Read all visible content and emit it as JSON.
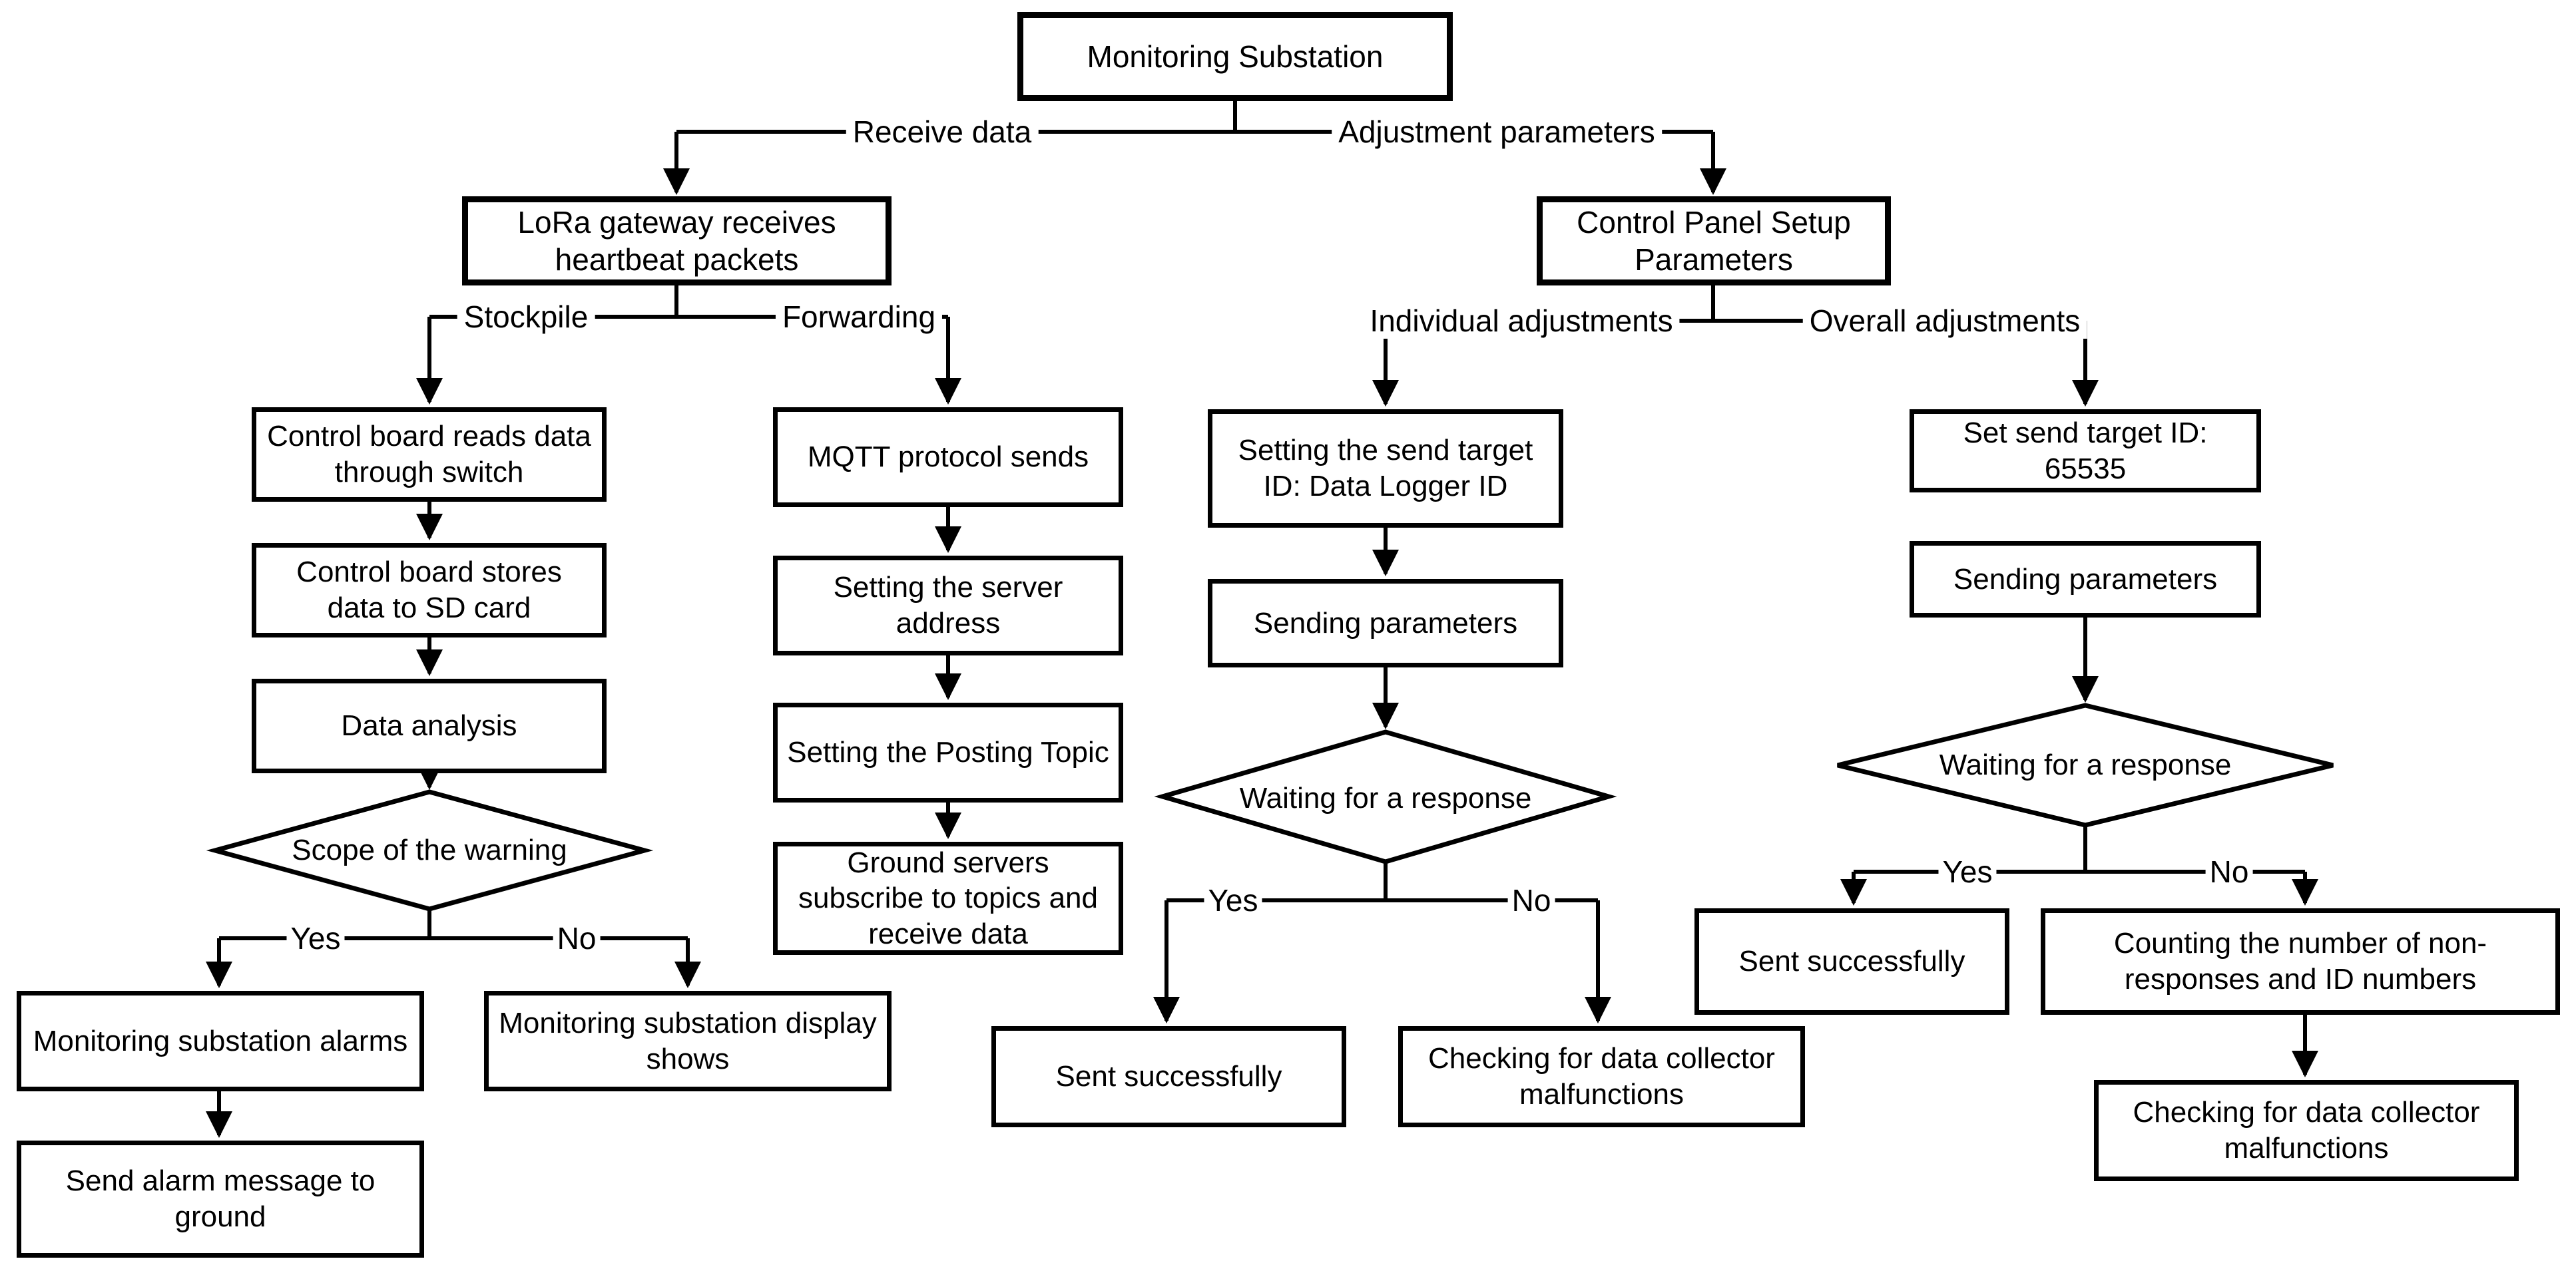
{
  "nodes": {
    "monitoring_substation": "Monitoring Substation",
    "lora_gateway": "LoRa gateway receives heartbeat packets",
    "control_panel": "Control Panel Setup Parameters",
    "control_board_reads": "Control board reads data through switch",
    "control_board_stores": "Control board stores data to SD card",
    "data_analysis": "Data analysis",
    "scope_of_warning": "Scope of the warning",
    "monitoring_alarms": "Monitoring substation alarms",
    "send_alarm": "Send alarm message to ground",
    "monitoring_display": "Monitoring substation display shows",
    "mqtt_sends": "MQTT protocol sends",
    "setting_server": "Setting the server address",
    "setting_topic": "Setting the Posting Topic",
    "ground_servers": "Ground servers subscribe to topics and receive data",
    "setting_send_target_individual": "Setting the send target ID: Data Logger ID",
    "sending_parameters_individual": "Sending parameters",
    "waiting_response_individual": "Waiting for a response",
    "sent_successfully_individual": "Sent successfully",
    "checking_malfunctions_individual": "Checking for data collector malfunctions",
    "set_send_target_overall": "Set send target ID: 65535",
    "sending_parameters_overall": "Sending parameters",
    "waiting_response_overall": "Waiting for a response",
    "sent_successfully_overall": "Sent successfully",
    "counting_non_responses": "Counting the number of non-responses and ID numbers",
    "checking_malfunctions_overall": "Checking for data collector malfunctions"
  },
  "edge_labels": {
    "receive_data": "Receive data",
    "adjustment_parameters": "Adjustment parameters",
    "stockpile": "Stockpile",
    "forwarding": "Forwarding",
    "individual_adjustments": "Individual adjustments",
    "overall_adjustments": "Overall adjustments",
    "scope_yes": "Yes",
    "scope_no": "No",
    "individual_yes": "Yes",
    "individual_no": "No",
    "overall_yes": "Yes",
    "overall_no": "No"
  },
  "colors": {
    "stroke": "#000000",
    "background": "#ffffff"
  }
}
